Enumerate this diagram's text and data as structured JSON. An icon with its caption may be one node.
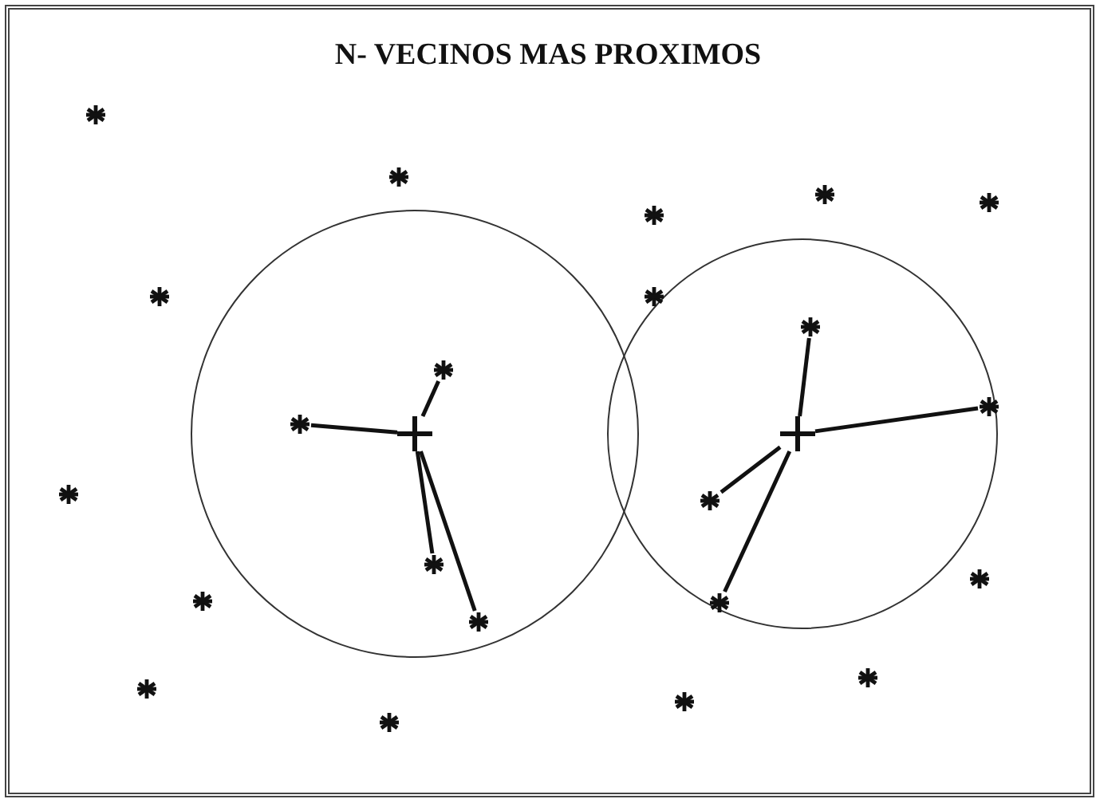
{
  "diagram": {
    "title": "N- VECINOS MAS PROXIMOS",
    "nodes": [
      {
        "text": [],
        "shape": "asterisk"
      },
      {
        "text": [],
        "shape": "asterisk"
      },
      {
        "text": [],
        "shape": "asterisk"
      },
      {
        "text": [],
        "shape": "asterisk"
      },
      {
        "text": [],
        "shape": "asterisk"
      },
      {
        "text": [],
        "shape": "asterisk"
      },
      {
        "text": [],
        "shape": "asterisk"
      },
      {
        "text": [],
        "shape": "asterisk"
      },
      {
        "text": [],
        "shape": "asterisk"
      },
      {
        "text": [],
        "shape": "asterisk"
      },
      {
        "text": [],
        "shape": "asterisk"
      },
      {
        "text": [],
        "shape": "cross"
      },
      {
        "text": [],
        "shape": "cross"
      },
      {
        "text": [],
        "shape": "asterisk"
      },
      {
        "text": [],
        "shape": "asterisk"
      },
      {
        "text": [],
        "shape": "asterisk"
      },
      {
        "text": [],
        "shape": "asterisk"
      },
      {
        "text": [],
        "shape": "asterisk"
      },
      {
        "text": [],
        "shape": "asterisk"
      },
      {
        "text": [],
        "shape": "asterisk"
      },
      {
        "text": [],
        "shape": "asterisk"
      },
      {
        "text": [],
        "shape": "asterisk"
      },
      {
        "text": [],
        "shape": "asterisk"
      },
      {
        "text": [],
        "shape": "asterisk"
      }
    ],
    "edges": [
      {
        "from": 11,
        "to": 8,
        "arrow": "none"
      },
      {
        "from": 11,
        "to": 10,
        "arrow": "none"
      },
      {
        "from": 11,
        "to": 15,
        "arrow": "none"
      },
      {
        "from": 11,
        "to": 19,
        "arrow": "none"
      },
      {
        "from": 12,
        "to": 7,
        "arrow": "none"
      },
      {
        "from": 12,
        "to": 9,
        "arrow": "none"
      },
      {
        "from": 12,
        "to": 14,
        "arrow": "none"
      },
      {
        "from": 12,
        "to": 18,
        "arrow": "none"
      }
    ]
  }
}
